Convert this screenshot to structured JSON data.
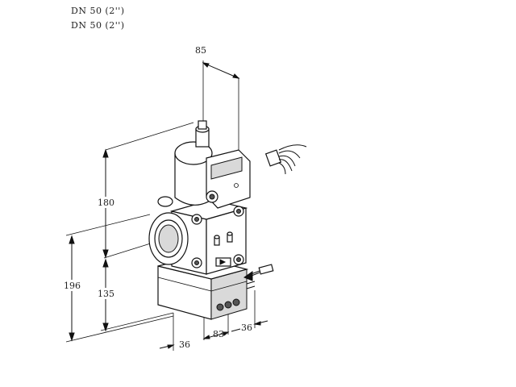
{
  "header": {
    "line1": "DN 50 (2'')",
    "line2": "DN 50 (2'')"
  },
  "dimensions": {
    "top_width": "85",
    "height_upper": "180",
    "height_total": "196",
    "height_lower": "135",
    "bottom_left": "36",
    "bottom_mid": "83",
    "bottom_right": "36"
  }
}
